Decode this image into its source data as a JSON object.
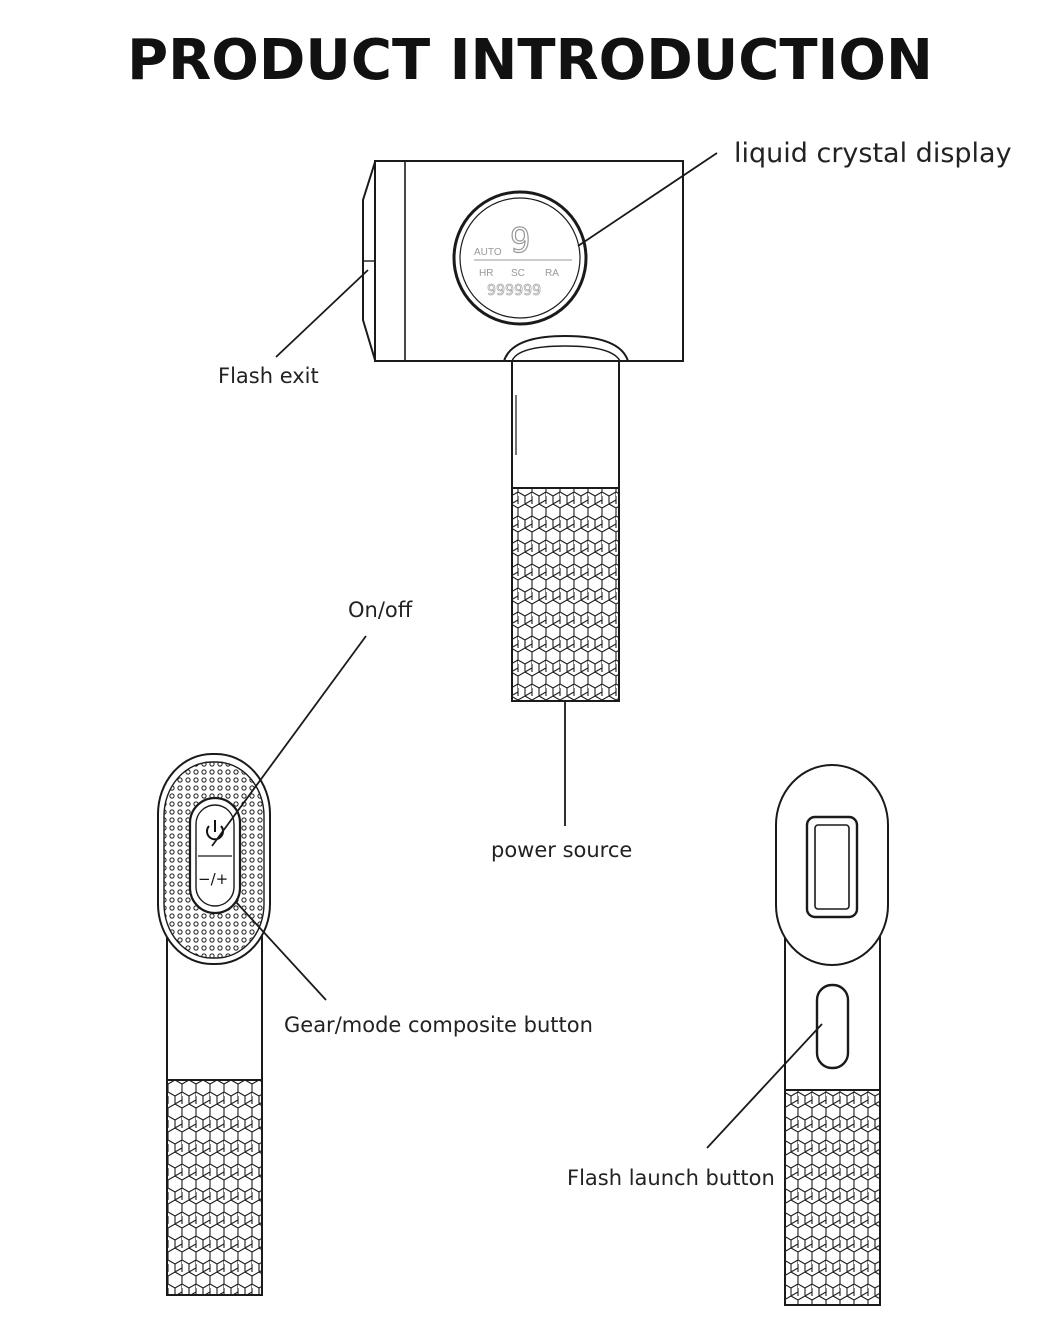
{
  "title": "PRODUCT INTRODUCTION",
  "labels": {
    "lcd": "liquid crystal display",
    "flash_exit": "Flash exit",
    "on_off": "On/off",
    "power_source": "power source",
    "gear_mode": "Gear/mode composite button",
    "flash_launch": "Flash launch button"
  },
  "display": {
    "auto": "AUTO",
    "digit": "9",
    "hr": "HR",
    "sc": "SC",
    "ra": "RA",
    "counter": "999999"
  },
  "button_symbols": {
    "gear": "−/+"
  },
  "colors": {
    "line": "#1a1a1a",
    "text": "#222222"
  }
}
